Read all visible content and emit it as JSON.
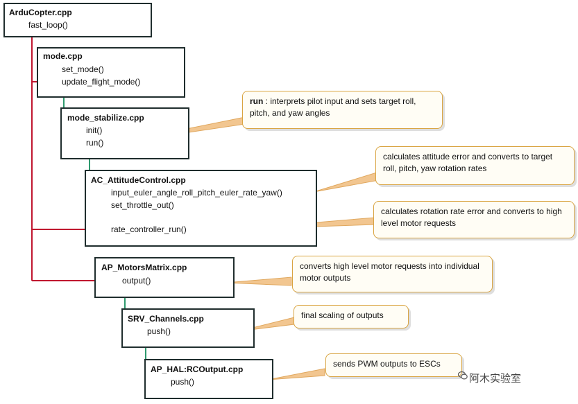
{
  "boxes": {
    "arducopter": {
      "title": "ArduCopter.cpp",
      "fns": [
        "fast_loop()"
      ]
    },
    "mode": {
      "title": "mode.cpp",
      "fns": [
        "set_mode()",
        "update_flight_mode()"
      ]
    },
    "mode_stabilize": {
      "title": "mode_stabilize.cpp",
      "fns": [
        "init()",
        "run()"
      ]
    },
    "attitude": {
      "title": "AC_AttitudeControl.cpp",
      "fns": [
        "input_euler_angle_roll_pitch_euler_rate_yaw()",
        "set_throttle_out()",
        "rate_controller_run()"
      ]
    },
    "motors": {
      "title": "AP_MotorsMatrix.cpp",
      "fns": [
        "output()"
      ]
    },
    "srv": {
      "title": "SRV_Channels.cpp",
      "fns": [
        "push()"
      ]
    },
    "hal": {
      "title": "AP_HAL:RCOutput.cpp",
      "fns": [
        "push()"
      ]
    }
  },
  "callouts": {
    "run": {
      "bold": "run",
      "text": " : interprets pilot input and sets target roll, pitch, and yaw angles"
    },
    "attitude": {
      "text": "calculates attitude error and converts to target roll, pitch, yaw rotation rates"
    },
    "rate": {
      "text": "calculates rotation rate error and converts to high level motor requests"
    },
    "motors": {
      "text": "converts high level motor requests into individual motor outputs"
    },
    "srv": {
      "text": "final scaling of outputs"
    },
    "hal": {
      "text": "sends PWM outputs to ESCs"
    }
  },
  "watermark": {
    "text": "阿木实验室",
    "icon": "wechat-icon"
  },
  "colors": {
    "red_arrow": "#c0152f",
    "green_arrow": "#2e9a6e",
    "callout_border": "#d9a441",
    "box_border": "#1f2d2d"
  }
}
